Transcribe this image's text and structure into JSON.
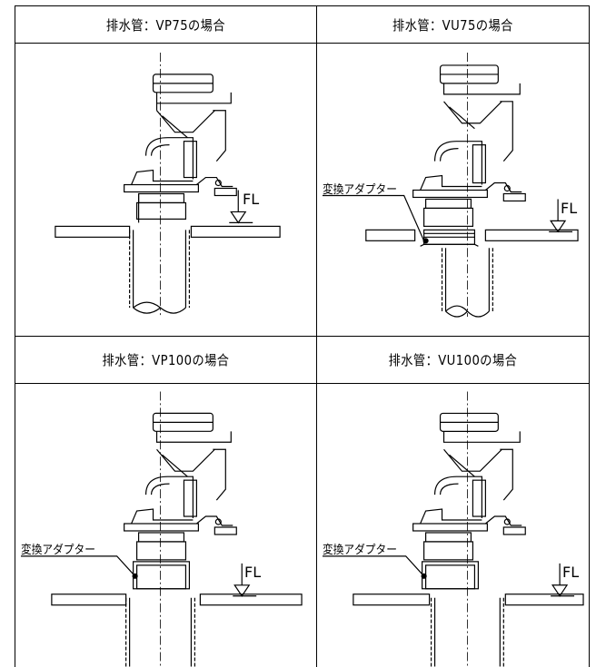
{
  "headers": {
    "top_left": "排水管：VP75の場合",
    "top_right": "排水管：VU75の場合",
    "bottom_left": "排水管：VP100の場合",
    "bottom_right": "排水管：VU100の場合"
  },
  "callouts": {
    "adapter": "変換アダプター",
    "floor_level": "FL"
  }
}
